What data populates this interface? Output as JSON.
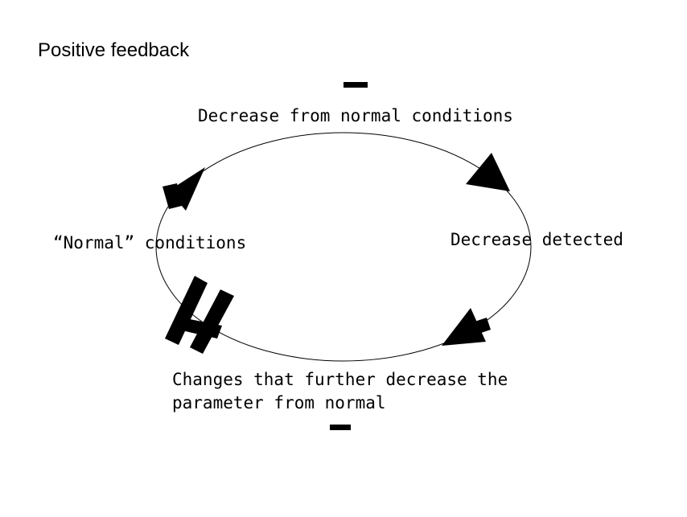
{
  "title": "Positive feedback",
  "diagram": {
    "stage_top": "Decrease from normal conditions",
    "stage_right": "Decrease detected",
    "stage_bottom_line1": "Changes that further decrease the",
    "stage_bottom_line2": "parameter from normal",
    "stage_left": "“Normal” conditions",
    "sign_top": "–",
    "sign_bottom": "–",
    "line_color": "#000000",
    "background": "#ffffff"
  }
}
